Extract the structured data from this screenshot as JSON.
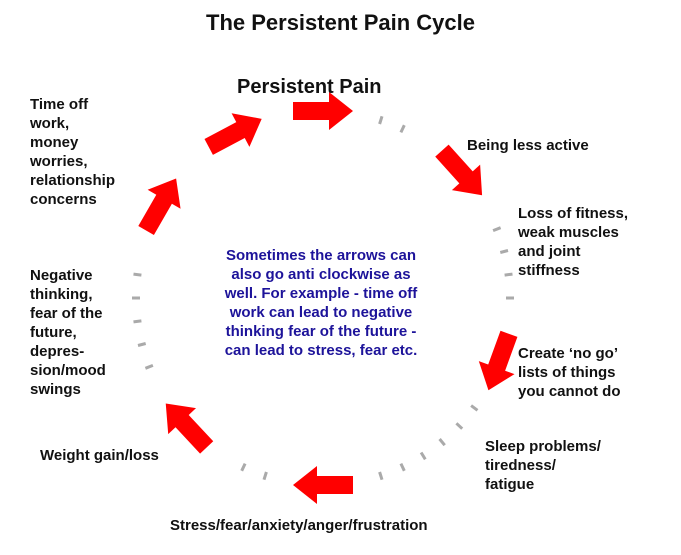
{
  "title": "The Persistent Pain Cycle",
  "nodes": {
    "persistent_pain": "Persistent Pain",
    "being_less_active": "Being less active",
    "loss_of_fitness": "Loss of fitness,\nweak muscles\nand joint\nstiffness",
    "no_go_lists": "Create ‘no go’\nlists of things\nyou cannot do",
    "sleep_problems": "Sleep problems/\ntiredness/\nfatigue",
    "stress": "Stress/fear/anxiety/anger/frustration",
    "weight": "Weight gain/loss",
    "negative_thinking": "Negative\nthinking,\nfear of the\n future,\ndepres-\nsion/mood\nswings",
    "time_off": "Time off\nwork,\nmoney\nworries,\nrelationship\nconcerns"
  },
  "center_note": "Sometimes the arrows can\nalso go anti clockwise as\nwell. For example - time off\nwork can lead to negative\nthinking fear of the future -\ncan lead to stress, fear etc.",
  "colors": {
    "arrow": "#ff0000",
    "dash": "#aaaaaa",
    "note": "#1d139a",
    "text": "#111111"
  }
}
